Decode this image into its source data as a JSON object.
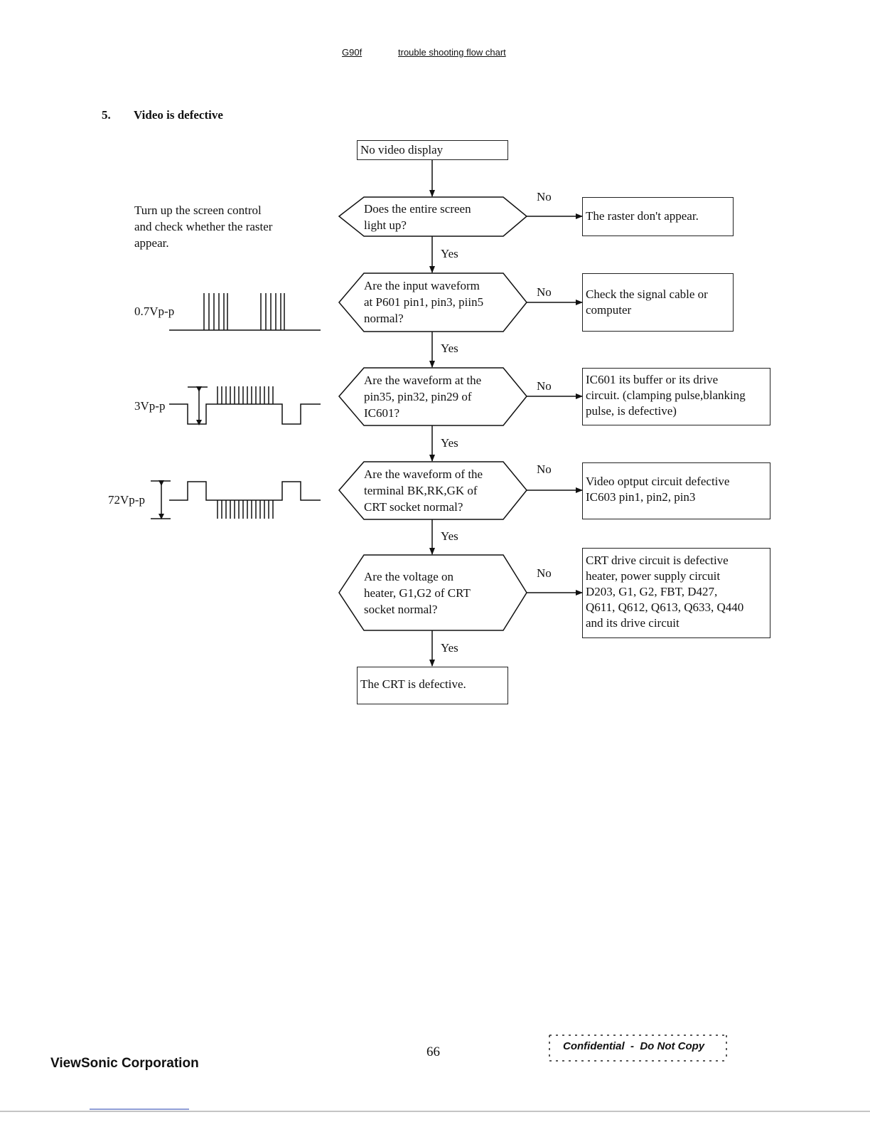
{
  "header": {
    "model": "G90f",
    "title": "trouble shooting flow chart"
  },
  "section": {
    "number": "5.",
    "title": "Video is defective"
  },
  "note": [
    "Turn up the screen control",
    "and check whether the raster",
    "appear."
  ],
  "waveforms": {
    "w1": "0.7Vp-p",
    "w2": "3Vp-p",
    "w3": "72Vp-p"
  },
  "flow": {
    "start": "No video display",
    "decisions": [
      [
        "Does the entire screen",
        "light up?"
      ],
      [
        "Are the input waveform",
        "at P601 pin1, pin3, piin5",
        "normal?"
      ],
      [
        "Are the waveform at the",
        "pin35, pin32, pin29 of",
        "IC601?"
      ],
      [
        "Are the waveform of the",
        "terminal BK,RK,GK of",
        "CRT socket normal?"
      ],
      [
        "Are the voltage on",
        "heater, G1,G2 of CRT",
        "socket normal?"
      ]
    ],
    "outcomes": [
      [
        "The raster don't appear."
      ],
      [
        "Check the signal cable or",
        "computer"
      ],
      [
        "IC601 its buffer or its drive",
        "circuit. (clamping pulse,blanking",
        "pulse, is defective)"
      ],
      [
        "Video optput circuit defective",
        "IC603 pin1, pin2, pin3"
      ],
      [
        "CRT drive circuit is defective",
        "heater, power supply circuit",
        "D203, G1, G2, FBT, D427,",
        "Q611, Q612, Q613, Q633, Q440",
        "and its drive circuit"
      ]
    ],
    "end": "The CRT is defective.",
    "yes_label": "Yes",
    "no_label": "No"
  },
  "footer": {
    "company": "ViewSonic Corporation",
    "page": "66",
    "confidential": "Confidential  -  Do Not Copy"
  }
}
